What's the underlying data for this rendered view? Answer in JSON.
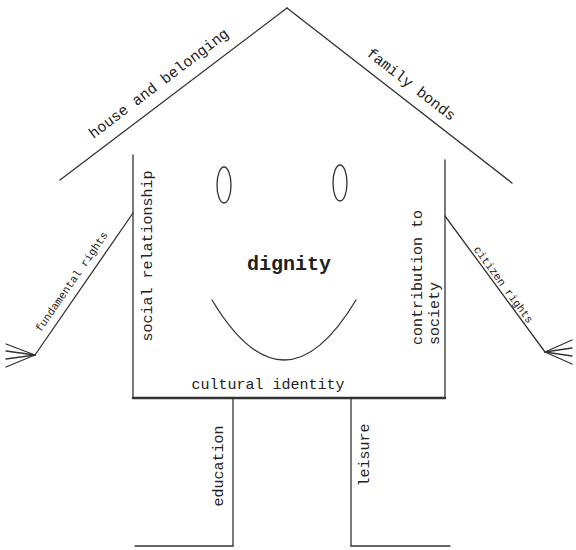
{
  "diagram": {
    "labels": [
      "house and belonging",
      "family bonds",
      "social relationship",
      "dignity",
      "contribution to society",
      "fundamental rights",
      "citizen rights",
      "cultural identity",
      "education",
      "leisure"
    ]
  }
}
